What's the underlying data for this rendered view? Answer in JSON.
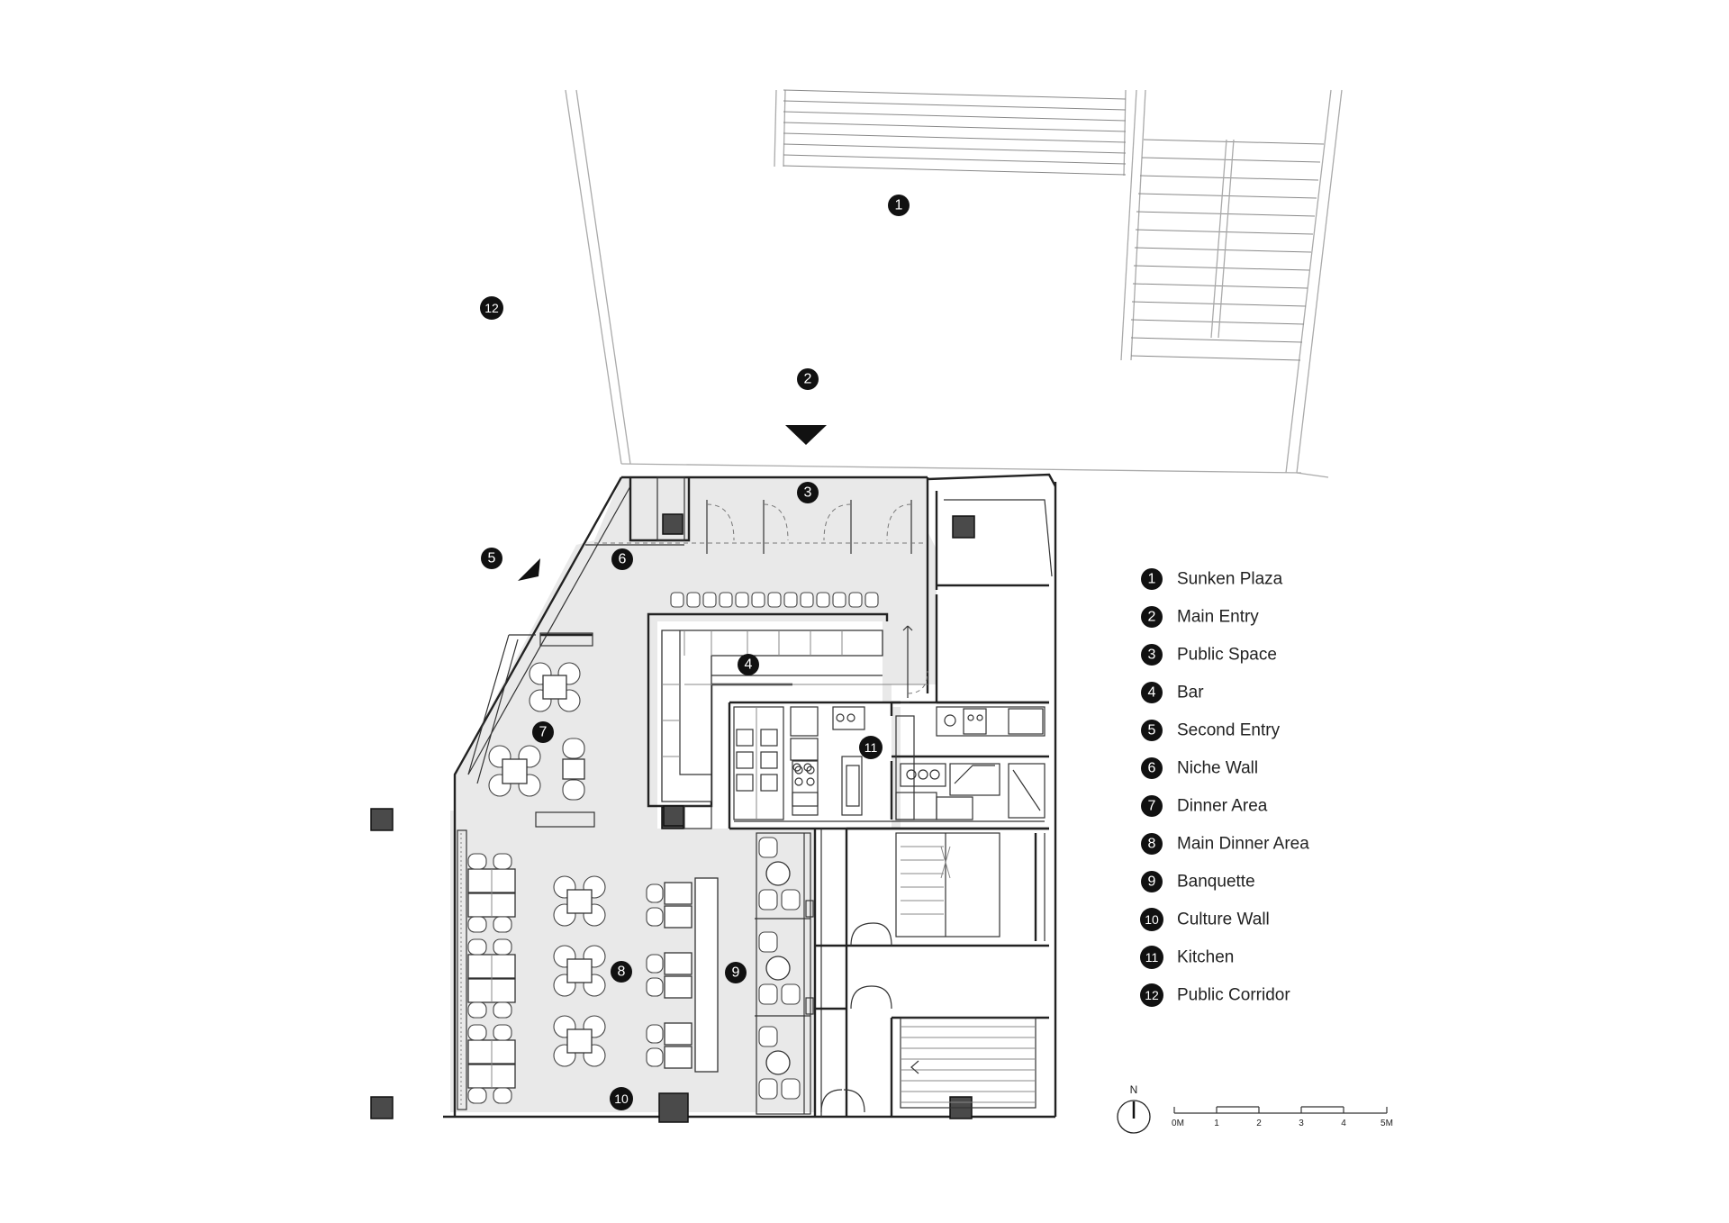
{
  "labels": [
    {
      "num": "1",
      "text": "Sunken Plaza"
    },
    {
      "num": "2",
      "text": "Main Entry"
    },
    {
      "num": "3",
      "text": "Public Space"
    },
    {
      "num": "4",
      "text": "Bar"
    },
    {
      "num": "5",
      "text": "Second Entry"
    },
    {
      "num": "6",
      "text": "Niche Wall"
    },
    {
      "num": "7",
      "text": "Dinner Area"
    },
    {
      "num": "8",
      "text": "Main Dinner Area"
    },
    {
      "num": "9",
      "text": "Banquette"
    },
    {
      "num": "10",
      "text": "Culture Wall"
    },
    {
      "num": "11",
      "text": "Kitchen"
    },
    {
      "num": "12",
      "text": "Public Corridor"
    }
  ],
  "north": "N",
  "scale": [
    "0M",
    "1",
    "2",
    "3",
    "4",
    "5M"
  ]
}
